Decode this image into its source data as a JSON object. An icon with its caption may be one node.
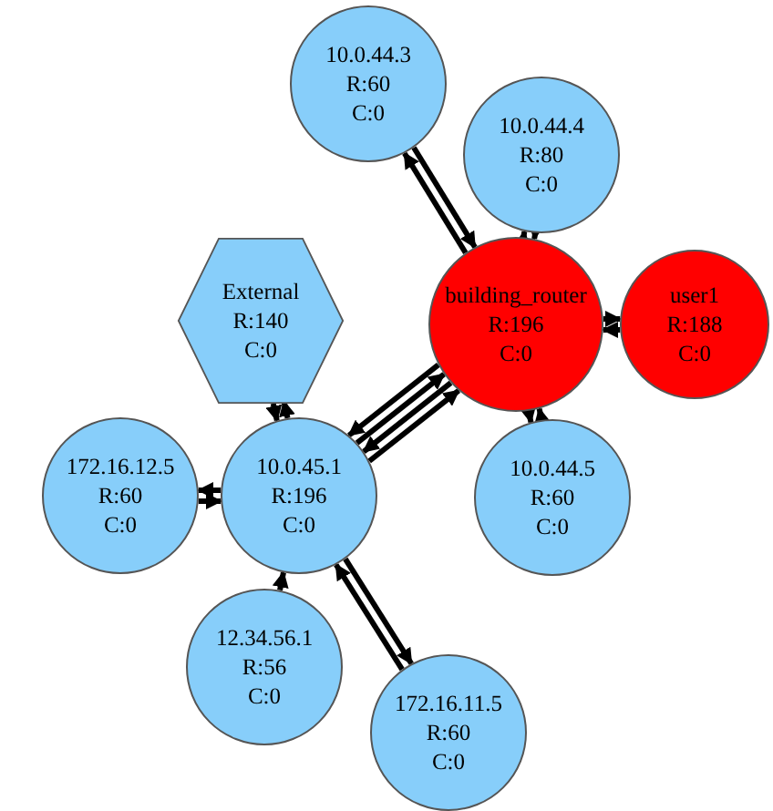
{
  "diagram": {
    "nodes": [
      {
        "text": [
          "10.0.44.3",
          "R:60",
          "C:0"
        ]
      },
      {
        "text": [
          "10.0.44.4",
          "R:80",
          "C:0"
        ]
      },
      {
        "text": [
          "External",
          "R:140",
          "C:0"
        ]
      },
      {
        "text": [
          "building_router",
          "R:196",
          "C:0"
        ]
      },
      {
        "text": [
          "user1",
          "R:188",
          "C:0"
        ]
      },
      {
        "text": [
          "172.16.12.5",
          "R:60",
          "C:0"
        ]
      },
      {
        "text": [
          "10.0.45.1",
          "R:196",
          "C:0"
        ]
      },
      {
        "text": [
          "10.0.44.5",
          "R:60",
          "C:0"
        ]
      },
      {
        "text": [
          "12.34.56.1",
          "R:56",
          "C:0"
        ]
      },
      {
        "text": [
          "172.16.11.5",
          "R:60",
          "C:0"
        ]
      }
    ],
    "edges": [
      {
        "from": 0,
        "to": 3,
        "arrow": "to"
      },
      {
        "from": 3,
        "to": 0,
        "arrow": "to"
      },
      {
        "from": 1,
        "to": 3,
        "arrow": "to"
      },
      {
        "from": 3,
        "to": 1,
        "arrow": "to"
      },
      {
        "from": 3,
        "to": 4,
        "arrow": "to"
      },
      {
        "from": 4,
        "to": 3,
        "arrow": "to"
      },
      {
        "from": 6,
        "to": 3,
        "arrow": "to"
      },
      {
        "from": 3,
        "to": 6,
        "arrow": "to"
      },
      {
        "from": 6,
        "to": 3,
        "arrow": "to"
      },
      {
        "from": 3,
        "to": 6,
        "arrow": "to"
      },
      {
        "from": 7,
        "to": 3,
        "arrow": "to"
      },
      {
        "from": 3,
        "to": 7,
        "arrow": "to"
      },
      {
        "from": 6,
        "to": 2,
        "arrow": "to"
      },
      {
        "from": 2,
        "to": 6,
        "arrow": "to"
      },
      {
        "from": 6,
        "to": 5,
        "arrow": "to"
      },
      {
        "from": 5,
        "to": 6,
        "arrow": "to"
      },
      {
        "from": 8,
        "to": 6,
        "arrow": "to"
      },
      {
        "from": 6,
        "to": 9,
        "arrow": "to"
      },
      {
        "from": 9,
        "to": 6,
        "arrow": "to"
      }
    ]
  }
}
